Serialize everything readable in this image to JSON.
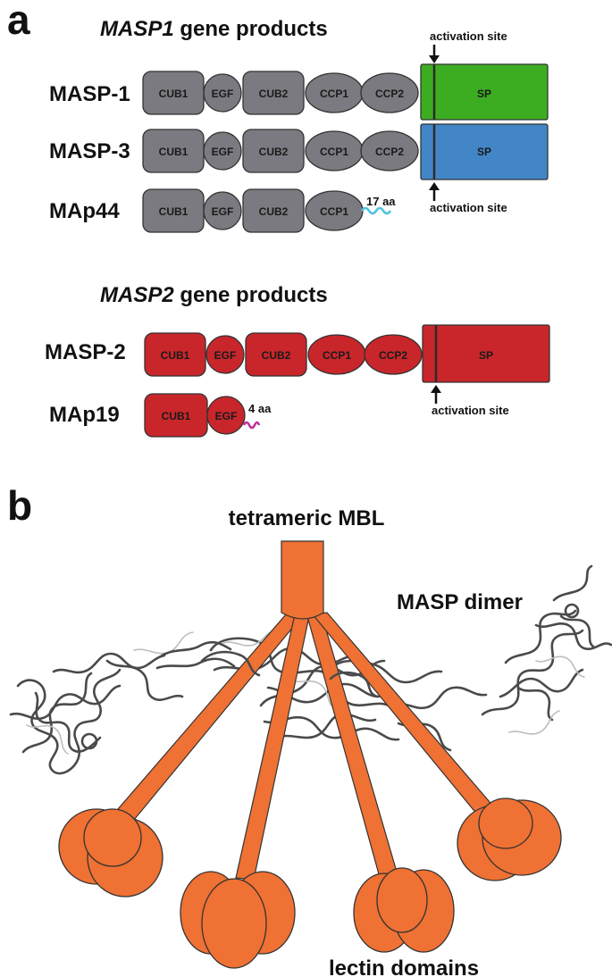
{
  "colors": {
    "gray_domain": "#7a7a80",
    "red_domain": "#c8262b",
    "green_sp": "#3cad21",
    "blue_sp": "#4286c8",
    "mbl_orange": "#ef7133",
    "cyan_tail": "#4ec3dd",
    "magenta_tail": "#c0319a",
    "structure_gray": "#4a4a4a"
  },
  "panel_a": {
    "letter": "a",
    "masp1_section": {
      "title_gene": "MASP1",
      "title_rest": " gene products",
      "proteins": [
        {
          "name": "MASP-1",
          "domains": [
            "CUB1",
            "EGF",
            "CUB2",
            "CCP1",
            "CCP2",
            "SP"
          ],
          "sp_color": "green"
        },
        {
          "name": "MASP-3",
          "domains": [
            "CUB1",
            "EGF",
            "CUB2",
            "CCP1",
            "CCP2",
            "SP"
          ],
          "sp_color": "blue"
        },
        {
          "name": "MAp44",
          "domains": [
            "CUB1",
            "EGF",
            "CUB2",
            "CCP1"
          ],
          "tail": "17 aa"
        }
      ],
      "activation_top": "activation site",
      "activation_bottom": "activation site"
    },
    "masp2_section": {
      "title_gene": "MASP2",
      "title_rest": " gene products",
      "proteins": [
        {
          "name": "MASP-2",
          "domains": [
            "CUB1",
            "EGF",
            "CUB2",
            "CCP1",
            "CCP2",
            "SP"
          ]
        },
        {
          "name": "MAp19",
          "domains": [
            "CUB1",
            "EGF"
          ],
          "tail": "4 aa"
        }
      ],
      "activation_bottom": "activation site"
    }
  },
  "panel_b": {
    "letter": "b",
    "mbl_label": "tetrameric MBL",
    "masp_label": "MASP dimer",
    "lectin_label": "lectin domains"
  }
}
